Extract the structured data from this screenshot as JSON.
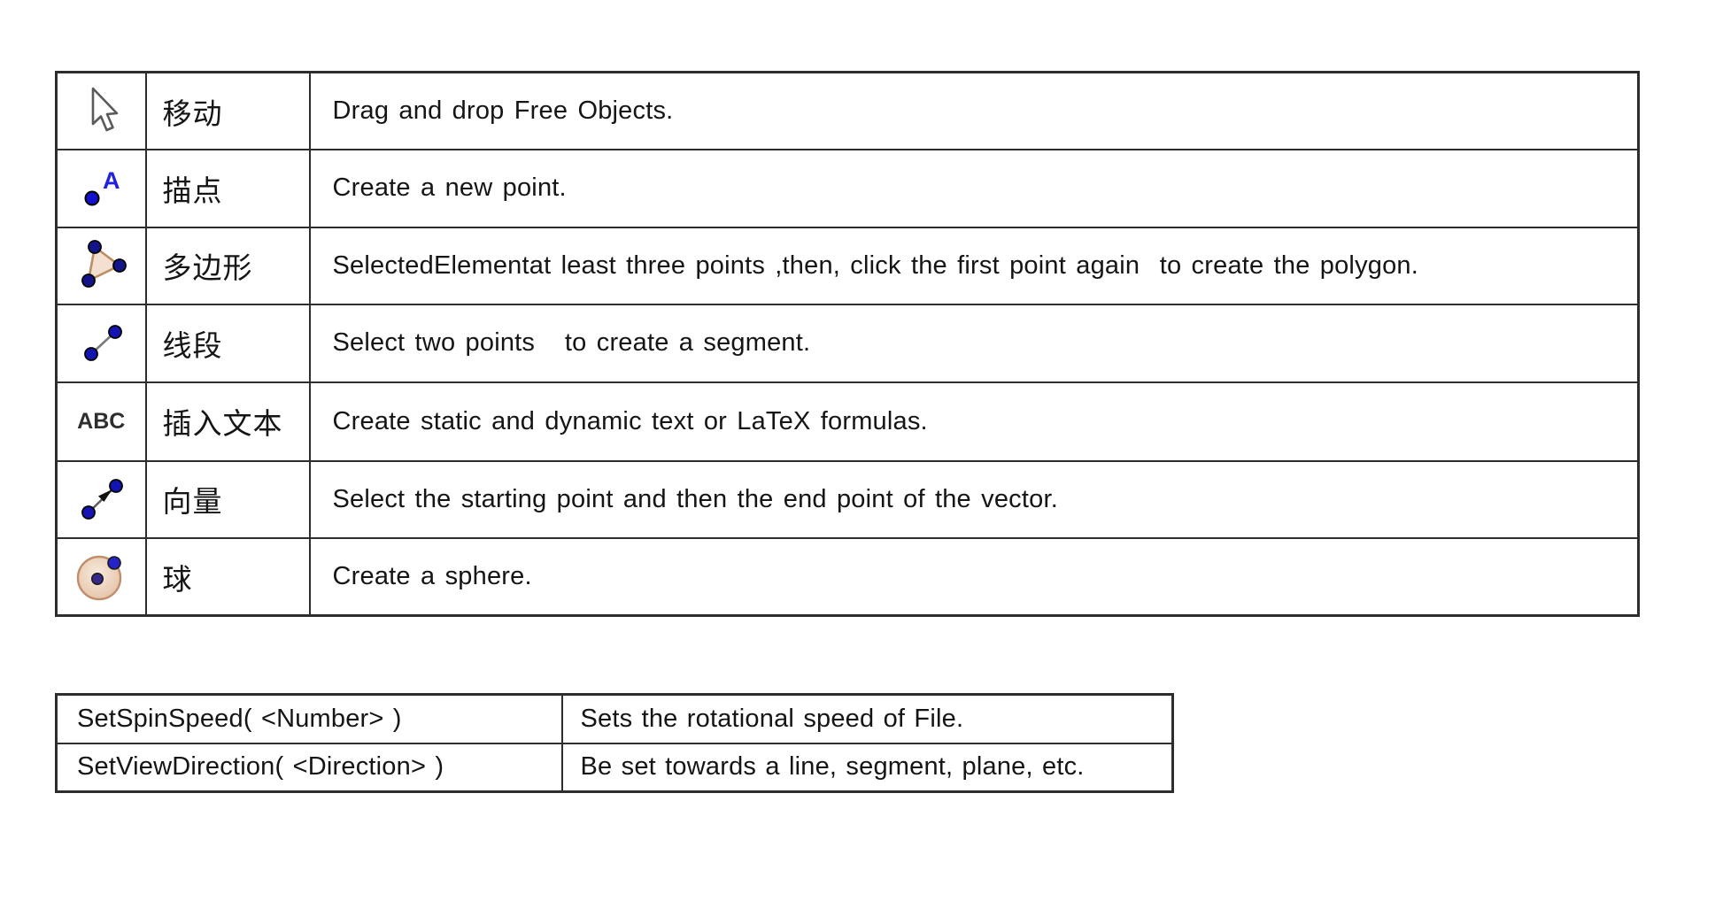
{
  "tools_table": {
    "rows": [
      {
        "icon": "move-cursor-icon",
        "name": "移动",
        "description": "Drag and drop Free Objects."
      },
      {
        "icon": "new-point-icon",
        "name": "描点",
        "description": "Create a new point."
      },
      {
        "icon": "polygon-icon",
        "name": "多边形",
        "description": "SelectedElementat least three points ,then, click the first point again  to create the polygon."
      },
      {
        "icon": "segment-icon",
        "name": "线段",
        "description": "Select two points   to create a segment."
      },
      {
        "icon": "insert-text-icon",
        "name": "插入文本",
        "description": "Create static and dynamic text or LaTeX formulas."
      },
      {
        "icon": "vector-icon",
        "name": "向量",
        "description": "Select the starting point and then the end point of the vector."
      },
      {
        "icon": "sphere-icon",
        "name": "球",
        "description": "Create a sphere."
      }
    ]
  },
  "commands_table": {
    "rows": [
      {
        "command": "SetSpinSpeed( <Number> )",
        "description": "Sets the rotational speed of File."
      },
      {
        "command": "SetViewDirection( <Direction> )",
        "description": "Be set towards a line, segment, plane, etc."
      }
    ]
  },
  "icon_labels": {
    "point_label": "A",
    "abc_label": "ABC"
  },
  "colors": {
    "border": "#2d2d2d",
    "text": "#151515",
    "point_blue": "#1212cc",
    "label_blue": "#2222dd",
    "dot_navy": "#14148a",
    "polygon_fill": "#f3e0d1",
    "polygon_edge": "#bd8d62",
    "sphere_fill": "#eed6c3",
    "sphere_edge": "#c08e6d",
    "sphere_center_dot": "#352a8c",
    "cursor_outline": "#5a5a5a"
  }
}
